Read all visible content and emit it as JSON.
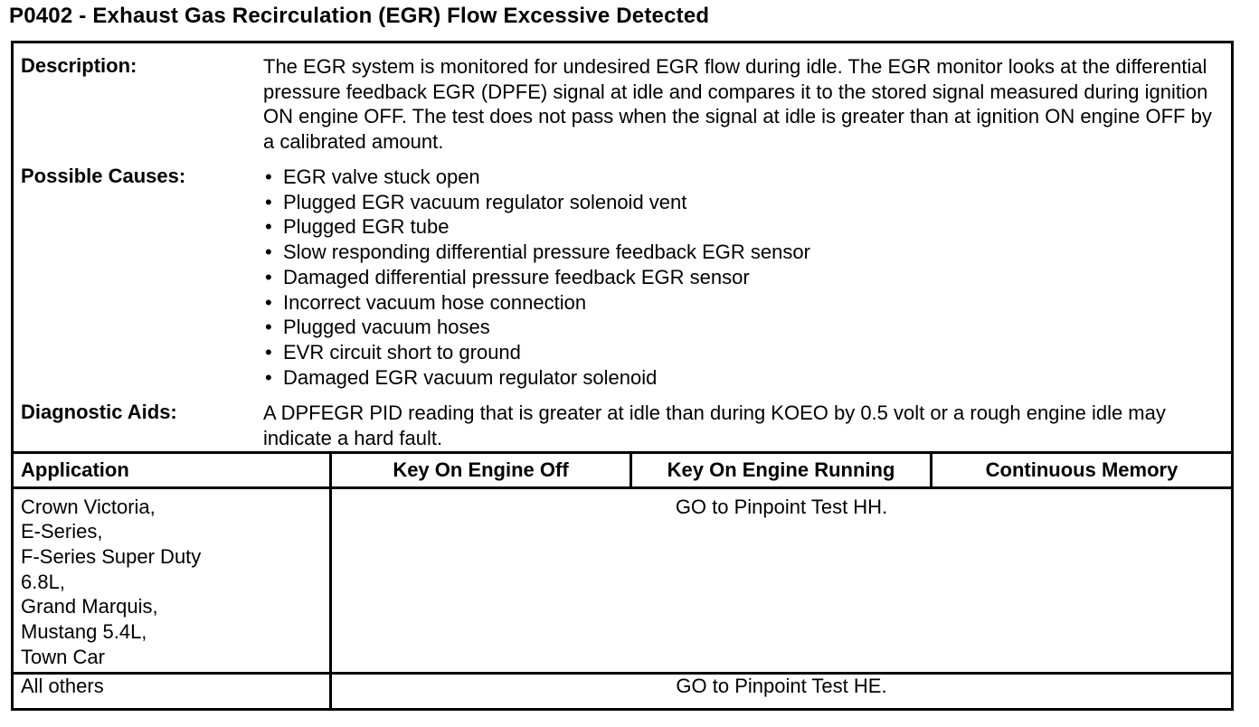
{
  "title": "P0402 - Exhaust Gas Recirculation (EGR) Flow Excessive Detected",
  "description": {
    "label": "Description:",
    "text": "The EGR system is monitored for undesired EGR flow during idle. The EGR monitor looks at the differential pressure feedback EGR (DPFE) signal at idle and compares it to the stored signal measured during ignition ON engine OFF. The test does not pass when the signal at idle is greater than at ignition ON engine OFF by a calibrated amount."
  },
  "possible_causes": {
    "label": "Possible Causes:",
    "items": [
      "EGR valve stuck open",
      "Plugged EGR vacuum regulator solenoid vent",
      "Plugged EGR tube",
      "Slow responding differential pressure feedback EGR sensor",
      "Damaged differential pressure feedback EGR sensor",
      "Incorrect vacuum hose connection",
      "Plugged vacuum hoses",
      "EVR circuit short to ground",
      "Damaged EGR vacuum regulator solenoid"
    ]
  },
  "diagnostic_aids": {
    "label": "Diagnostic Aids:",
    "text": "A DPFEGR PID reading that is greater at idle than during KOEO by 0.5 volt or a rough engine idle may indicate a hard fault."
  },
  "application_table": {
    "headers": [
      "Application",
      "Key On Engine Off",
      "Key On Engine Running",
      "Continuous Memory"
    ],
    "rows": [
      {
        "application": "Crown Victoria,\nE-Series,\nF-Series Super Duty\n6.8L,\nGrand Marquis,\nMustang 5.4L,\nTown Car",
        "result": "GO to Pinpoint Test HH."
      },
      {
        "application": "All others",
        "result": "GO to Pinpoint Test HE."
      }
    ]
  }
}
